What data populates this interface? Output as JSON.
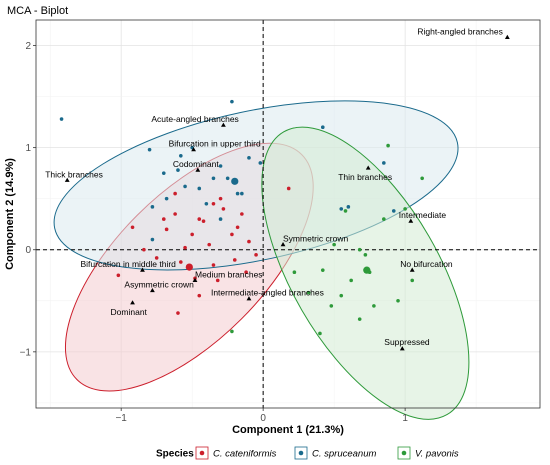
{
  "chart_data": {
    "type": "scatter",
    "title": "MCA - Biplot",
    "xlabel": "Component 1 (21.3%)",
    "ylabel": "Component 2 (14.9%)",
    "xlim": [
      -1.6,
      1.95
    ],
    "ylim": [
      -1.55,
      2.25
    ],
    "xticks": [
      -1,
      0,
      1
    ],
    "yticks": [
      -1,
      0,
      1,
      2
    ],
    "grid": true,
    "legend": {
      "title": "Species",
      "position": "bottom"
    },
    "series": [
      {
        "name": "C. cateniformis",
        "color": "#cc1f2c",
        "fill": "#f4cccf",
        "centroid": [
          -0.52,
          -0.17
        ],
        "ellipse": {
          "cx": -0.52,
          "cy": -0.17,
          "rx": 1.12,
          "ry": 0.72,
          "angle_deg": 45
        },
        "x": [
          -1.02,
          -0.92,
          -0.84,
          -0.7,
          -0.62,
          -0.68,
          -0.55,
          -0.5,
          -0.42,
          -0.35,
          -0.28,
          -0.22,
          -0.15,
          -0.05,
          0.18,
          -0.48,
          -0.38,
          -0.58,
          -0.45,
          -0.3,
          -0.1,
          -0.2,
          -0.12,
          -0.75,
          -0.6,
          -0.32,
          -0.18,
          -0.45,
          -0.62,
          -0.35
        ],
        "y": [
          -0.25,
          0.22,
          0.0,
          0.3,
          0.35,
          0.2,
          0.02,
          0.15,
          0.28,
          0.45,
          0.4,
          0.15,
          0.35,
          -0.05,
          0.6,
          -0.28,
          0.05,
          -0.12,
          -0.45,
          0.5,
          0.08,
          -0.1,
          -0.22,
          -0.08,
          -0.62,
          -0.3,
          0.22,
          0.3,
          0.55,
          -0.15
        ]
      },
      {
        "name": "C. spruceanum",
        "color": "#1a6a8c",
        "fill": "#dbe9ef",
        "centroid": [
          -0.2,
          0.67
        ],
        "ellipse": {
          "cx": -0.05,
          "cy": 0.63,
          "rx": 1.45,
          "ry": 0.73,
          "angle_deg": 12
        },
        "x": [
          -1.42,
          -0.8,
          -0.78,
          -0.7,
          -0.58,
          -0.5,
          -0.45,
          -0.35,
          -0.3,
          -0.25,
          -0.22,
          -0.18,
          -0.1,
          -0.02,
          0.42,
          0.55,
          0.6,
          0.85,
          0.92,
          -0.78,
          -0.68,
          -0.4,
          -0.55,
          -0.15,
          -0.3,
          -0.6
        ],
        "y": [
          1.28,
          0.98,
          0.42,
          0.75,
          0.92,
          1.0,
          0.6,
          0.7,
          0.82,
          0.7,
          1.45,
          0.55,
          0.9,
          0.85,
          1.2,
          0.4,
          0.42,
          0.85,
          0.38,
          0.1,
          0.5,
          0.45,
          0.62,
          0.55,
          0.3,
          0.78
        ]
      },
      {
        "name": "V. pavonis",
        "color": "#2e9a3a",
        "fill": "#d3ebd3",
        "centroid": [
          0.73,
          -0.2
        ],
        "ellipse": {
          "cx": 0.72,
          "cy": -0.23,
          "rx": 1.15,
          "ry": 0.72,
          "angle_deg": -60
        },
        "x": [
          0.22,
          0.32,
          0.42,
          0.5,
          0.55,
          0.62,
          0.68,
          0.72,
          0.78,
          0.85,
          0.95,
          1.0,
          1.12,
          1.05,
          0.4,
          0.48,
          0.68,
          0.88,
          0.58,
          0.75,
          -0.22
        ],
        "y": [
          -0.22,
          -0.42,
          -0.2,
          0.05,
          -0.45,
          -0.3,
          0.0,
          -0.05,
          -0.55,
          0.3,
          -0.5,
          0.4,
          0.7,
          -0.3,
          -0.82,
          -0.55,
          -0.68,
          1.02,
          0.38,
          -0.22,
          -0.8
        ]
      }
    ],
    "variables": [
      {
        "label": "Right-angled branches",
        "x": 1.72,
        "y": 2.08,
        "label_dx": -90,
        "label_dy": -3
      },
      {
        "label": "Acute-angled branches",
        "x": -0.28,
        "y": 1.22,
        "label_dx": -72,
        "label_dy": -3
      },
      {
        "label": "Bifurcation in upper third",
        "x": -0.49,
        "y": 0.98,
        "label_dx": -25,
        "label_dy": -3
      },
      {
        "label": "Codominant",
        "x": -0.46,
        "y": 0.78,
        "label_dx": -25,
        "label_dy": -3
      },
      {
        "label": "Thick branches",
        "x": -1.38,
        "y": 0.68,
        "label_dx": -22,
        "label_dy": -3
      },
      {
        "label": "Thin branches",
        "x": 0.74,
        "y": 0.8,
        "label_dx": -30,
        "label_dy": 12
      },
      {
        "label": "Intermediate",
        "x": 1.04,
        "y": 0.28,
        "label_dx": -12,
        "label_dy": -3
      },
      {
        "label": "Symmetric crown",
        "x": 0.14,
        "y": 0.05,
        "label_dx": 0,
        "label_dy": -3
      },
      {
        "label": "No bifurcation",
        "x": 1.05,
        "y": -0.2,
        "label_dx": -12,
        "label_dy": -3
      },
      {
        "label": "Bifurcation in middle third",
        "x": -0.85,
        "y": -0.2,
        "label_dx": -62,
        "label_dy": -3
      },
      {
        "label": "Medium branches",
        "x": -0.48,
        "y": -0.3,
        "label_dx": 0,
        "label_dy": -3
      },
      {
        "label": "Asymmetric crown",
        "x": -0.78,
        "y": -0.4,
        "label_dx": -28,
        "label_dy": -3
      },
      {
        "label": "Intermediate-angled branches",
        "x": -0.1,
        "y": -0.48,
        "label_dx": -38,
        "label_dy": -3
      },
      {
        "label": "Dominant",
        "x": -0.92,
        "y": -0.52,
        "label_dx": -22,
        "label_dy": 12
      },
      {
        "label": "Suppressed",
        "x": 0.98,
        "y": -0.97,
        "label_dx": -18,
        "label_dy": -4
      }
    ]
  }
}
